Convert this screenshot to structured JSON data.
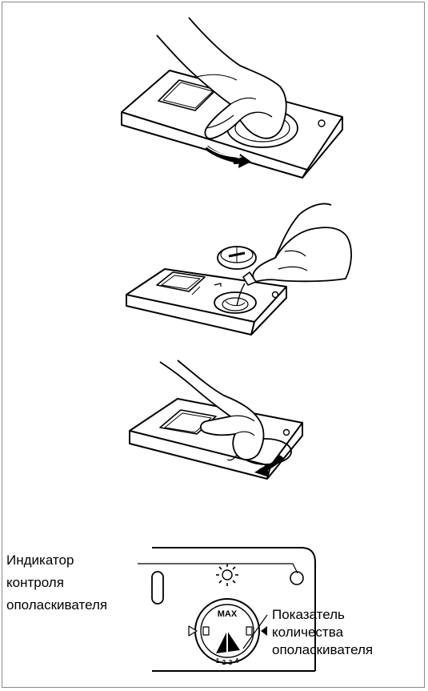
{
  "indicator_panel": {
    "left_label": [
      "Индикатор",
      "контроля",
      "ополаскивателя"
    ],
    "right_label": [
      "Показатель",
      "количества",
      "ополаскивателя"
    ],
    "dial_text": "MAX",
    "dial_numbers": [
      "1",
      "2",
      "3",
      "4"
    ]
  }
}
